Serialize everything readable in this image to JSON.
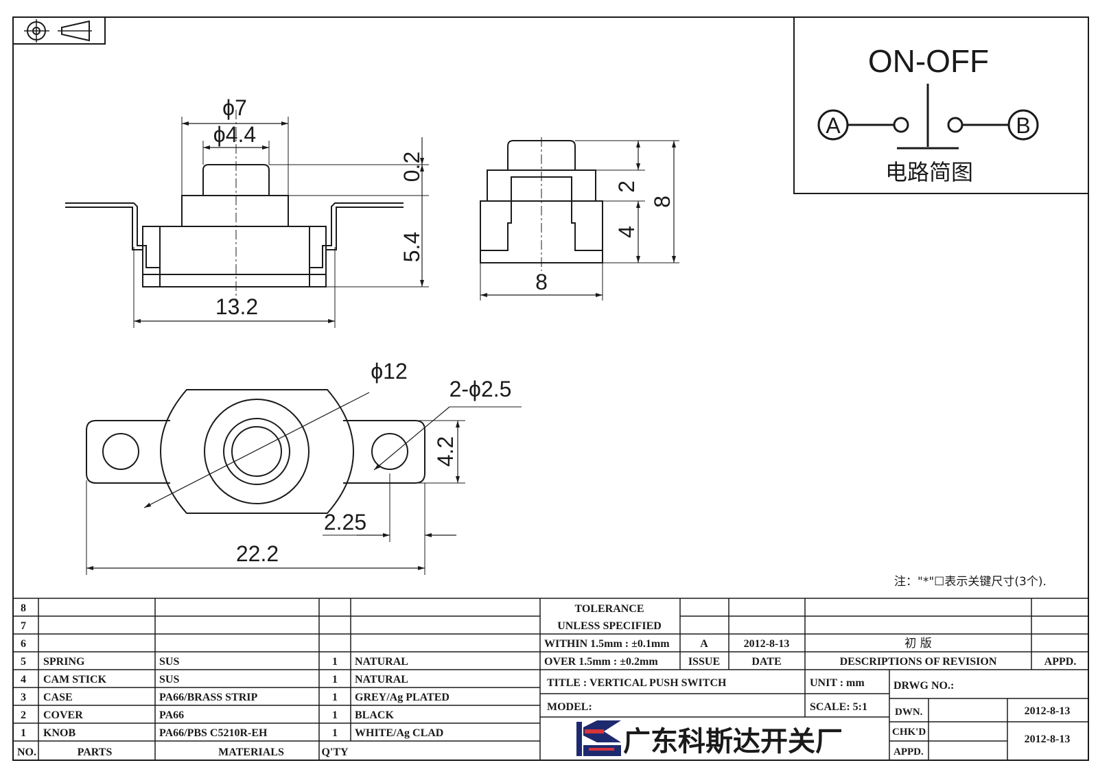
{
  "projection_symbol": "first-angle-projection-symbol",
  "circuit": {
    "title": "ON-OFF",
    "terminal_a": "A",
    "terminal_b": "B",
    "caption": "电路简图"
  },
  "front_view": {
    "dia_outer": "ϕ7",
    "dia_inner": "ϕ4.4",
    "knob_offset": "0.2",
    "body_height": "5.4",
    "overall_width": "13.2"
  },
  "side_view": {
    "knob_height": "2",
    "body_height": "4",
    "total_height": "8",
    "width": "8"
  },
  "top_view": {
    "dia_body": "ϕ12",
    "holes": "2-ϕ2.5",
    "ear_height": "4.2",
    "hole_offset": "2.25",
    "overall_length": "22.2"
  },
  "note": "注：\"*\"☐表示关键尺寸(3个).",
  "bom": {
    "headers": {
      "no": "NO.",
      "parts": "PARTS",
      "materials": "MATERIALS",
      "qty": "Q'TY"
    },
    "rows": [
      {
        "no": "8",
        "part": "",
        "material": "",
        "qty": "",
        "finish": ""
      },
      {
        "no": "7",
        "part": "",
        "material": "",
        "qty": "",
        "finish": ""
      },
      {
        "no": "6",
        "part": "",
        "material": "",
        "qty": "",
        "finish": ""
      },
      {
        "no": "5",
        "part": "SPRING",
        "material": "SUS",
        "qty": "1",
        "finish": "NATURAL"
      },
      {
        "no": "4",
        "part": "CAM STICK",
        "material": "SUS",
        "qty": "1",
        "finish": "NATURAL"
      },
      {
        "no": "3",
        "part": "CASE",
        "material": "PA66/BRASS STRIP",
        "qty": "1",
        "finish": "GREY/Ag PLATED"
      },
      {
        "no": "2",
        "part": "COVER",
        "material": "PA66",
        "qty": "1",
        "finish": "BLACK"
      },
      {
        "no": "1",
        "part": "KNOB",
        "material": "PA66/PBS C5210R-EH",
        "qty": "1",
        "finish": "WHITE/Ag CLAD"
      }
    ]
  },
  "tolerance": {
    "line1": "TOLERANCE",
    "line2": "UNLESS SPECIFIED",
    "line3": "WITHIN 1.5mm : ±0.1mm",
    "line4": "OVER 1.5mm : ±0.2mm"
  },
  "revision": {
    "issue": "A",
    "date": "2012-8-13",
    "description": "初 版",
    "hdr_issue": "ISSUE",
    "hdr_date": "DATE",
    "hdr_desc": "DESCRIPTIONS OF REVISION",
    "hdr_appd": "APPD."
  },
  "title_block": {
    "title": "TITLE : VERTICAL PUSH SWITCH",
    "unit": "UNIT : mm",
    "drwg_no": "DRWG NO.:",
    "model": "MODEL:",
    "scale": "SCALE: 5:1",
    "dwn_label": "DWN.",
    "dwn_date": "2012-8-13",
    "chkd_label": "CHK'D",
    "chkd_date": "2012-8-13",
    "appd_label": "APPD.",
    "company": "广东科斯达开关厂",
    "company_logo": "ksd-logo"
  }
}
